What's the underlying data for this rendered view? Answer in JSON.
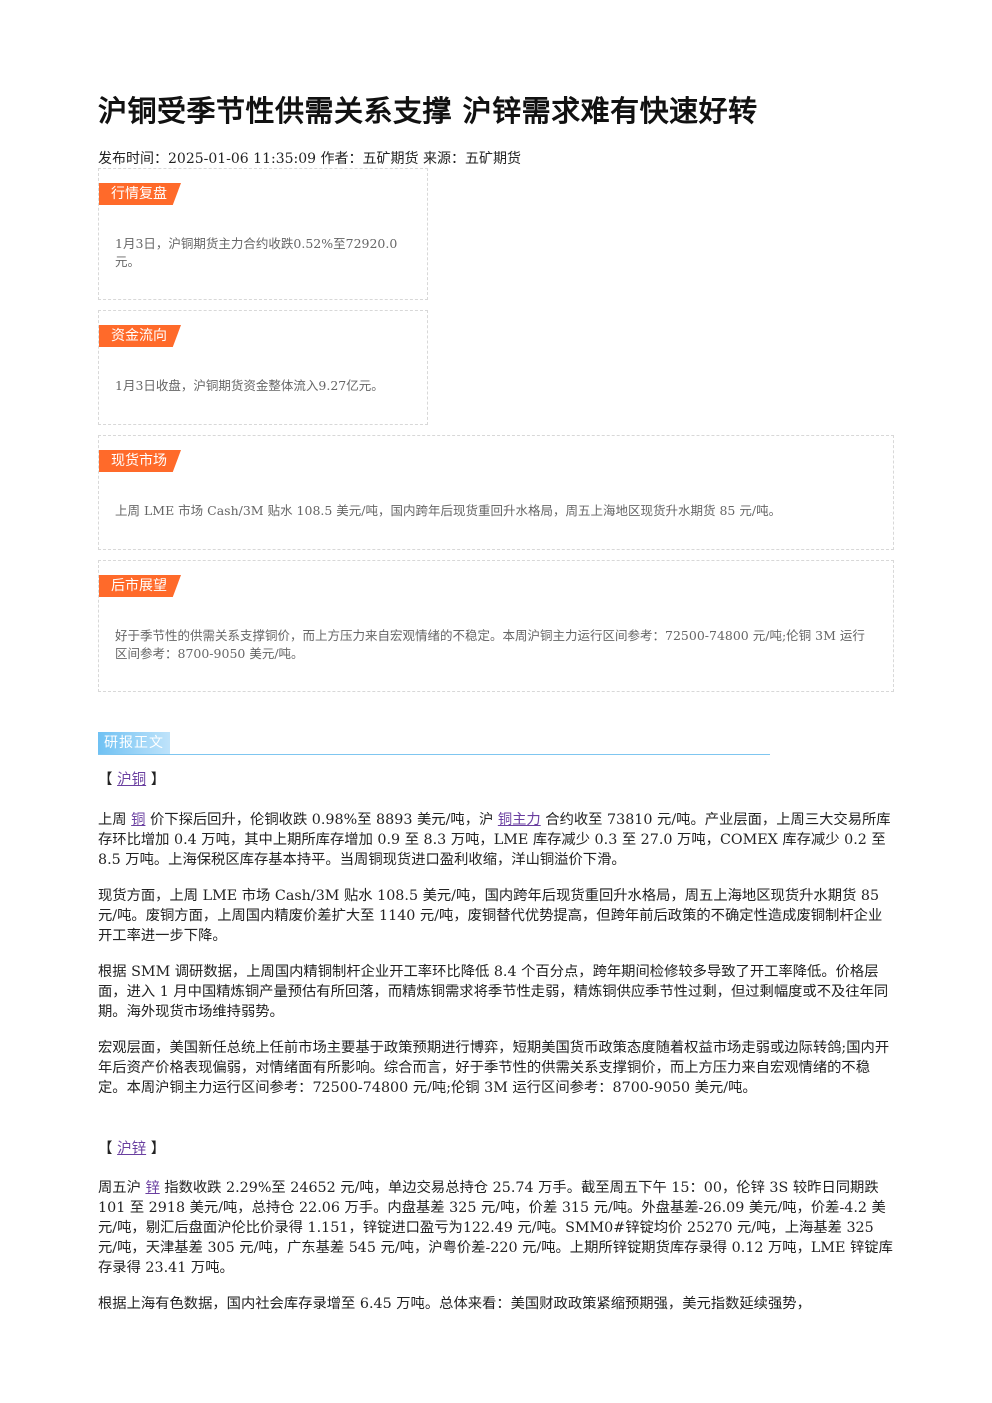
{
  "article": {
    "title": "沪铜受季节性供需关系支撑 沪锌需求难有快速好转",
    "meta": "发布时间：2025-01-06 11:35:09 作者：五矿期货 来源：五矿期货"
  },
  "boxes": [
    {
      "label": "行情复盘",
      "text": "1月3日，沪铜期货主力合约收跌0.52%至72920.0元。"
    },
    {
      "label": "资金流向",
      "text": "1月3日收盘，沪铜期货资金整体流入9.27亿元。"
    },
    {
      "label": "现货市场",
      "text": "上周 LME 市场 Cash/3M 贴水 108.5 美元/吨，国内跨年后现货重回升水格局，周五上海地区现货升水期货 85 元/吨。"
    },
    {
      "label": "后市展望",
      "text": "好于季节性的供需关系支撑铜价，而上方压力来自宏观情绪的不稳定。本周沪铜主力运行区间参考：72500-74800 元/吨;伦铜 3M 运行区间参考：8700-9050 美元/吨。"
    }
  ],
  "report": {
    "section_label": "研报正文",
    "copy": {
      "open": "【",
      "link": "沪铜",
      "close": "】",
      "p1_a": "上周",
      "p1_link1": "铜",
      "p1_b": "价下探后回升，伦铜收跌 0.98%至 8893 美元/吨，沪",
      "p1_link2": "铜主力",
      "p1_c": "合约收至 73810 元/吨。产业层面，上周三大交易所库存环比增加 0.4 万吨，其中上期所库存增加 0.9 至 8.3 万吨，LME 库存减少 0.3 至 27.0 万吨，COMEX 库存减少 0.2 至 8.5 万吨。上海保税区库存基本持平。当周铜现货进口盈利收缩，洋山铜溢价下滑。",
      "p2": "现货方面，上周 LME 市场 Cash/3M 贴水 108.5 美元/吨，国内跨年后现货重回升水格局，周五上海地区现货升水期货 85 元/吨。废铜方面，上周国内精废价差扩大至 1140 元/吨，废铜替代优势提高，但跨年前后政策的不确定性造成废铜制杆企业开工率进一步下降。",
      "p3": "根据 SMM 调研数据，上周国内精铜制杆企业开工率环比降低 8.4 个百分点，跨年期间检修较多导致了开工率降低。价格层面，进入 1 月中国精炼铜产量预估有所回落，而精炼铜需求将季节性走弱，精炼铜供应季节性过剩，但过剩幅度或不及往年同期。海外现货市场维持弱势。",
      "p4": "宏观层面，美国新任总统上任前市场主要基于政策预期进行博弈，短期美国货币政策态度随着权益市场走弱或边际转鸽;国内开年后资产价格表现偏弱，对情绪面有所影响。综合而言，好于季节性的供需关系支撑铜价，而上方压力来自宏观情绪的不稳定。本周沪铜主力运行区间参考：72500-74800 元/吨;伦铜 3M 运行区间参考：8700-9050 美元/吨。"
    },
    "zinc": {
      "open": "【",
      "link": "沪锌",
      "close": "】",
      "p1_a": "周五沪",
      "p1_link": "锌",
      "p1_b": "指数收跌 2.29%至 24652 元/吨，单边交易总持仓 25.74 万手。截至周五下午 15：00，伦锌 3S 较昨日同期跌 101 至 2918 美元/吨，总持仓 22.06 万手。内盘基差 325 元/吨，价差 315 元/吨。外盘基差-26.09 美元/吨，价差-4.2 美元/吨，剔汇后盘面沪伦比价录得 1.151，锌锭进口盈亏为122.49 元/吨。SMM0#锌锭均价 25270 元/吨，上海基差 325 元/吨，天津基差 305 元/吨，广东基差 545 元/吨，沪粤价差-220 元/吨。上期所锌锭期货库存录得 0.12 万吨，LME 锌锭库存录得 23.41 万吨。",
      "p2": "根据上海有色数据，国内社会库存录增至 6.45 万吨。总体来看：美国财政政策紧缩预期强，美元指数延续强势，"
    }
  }
}
